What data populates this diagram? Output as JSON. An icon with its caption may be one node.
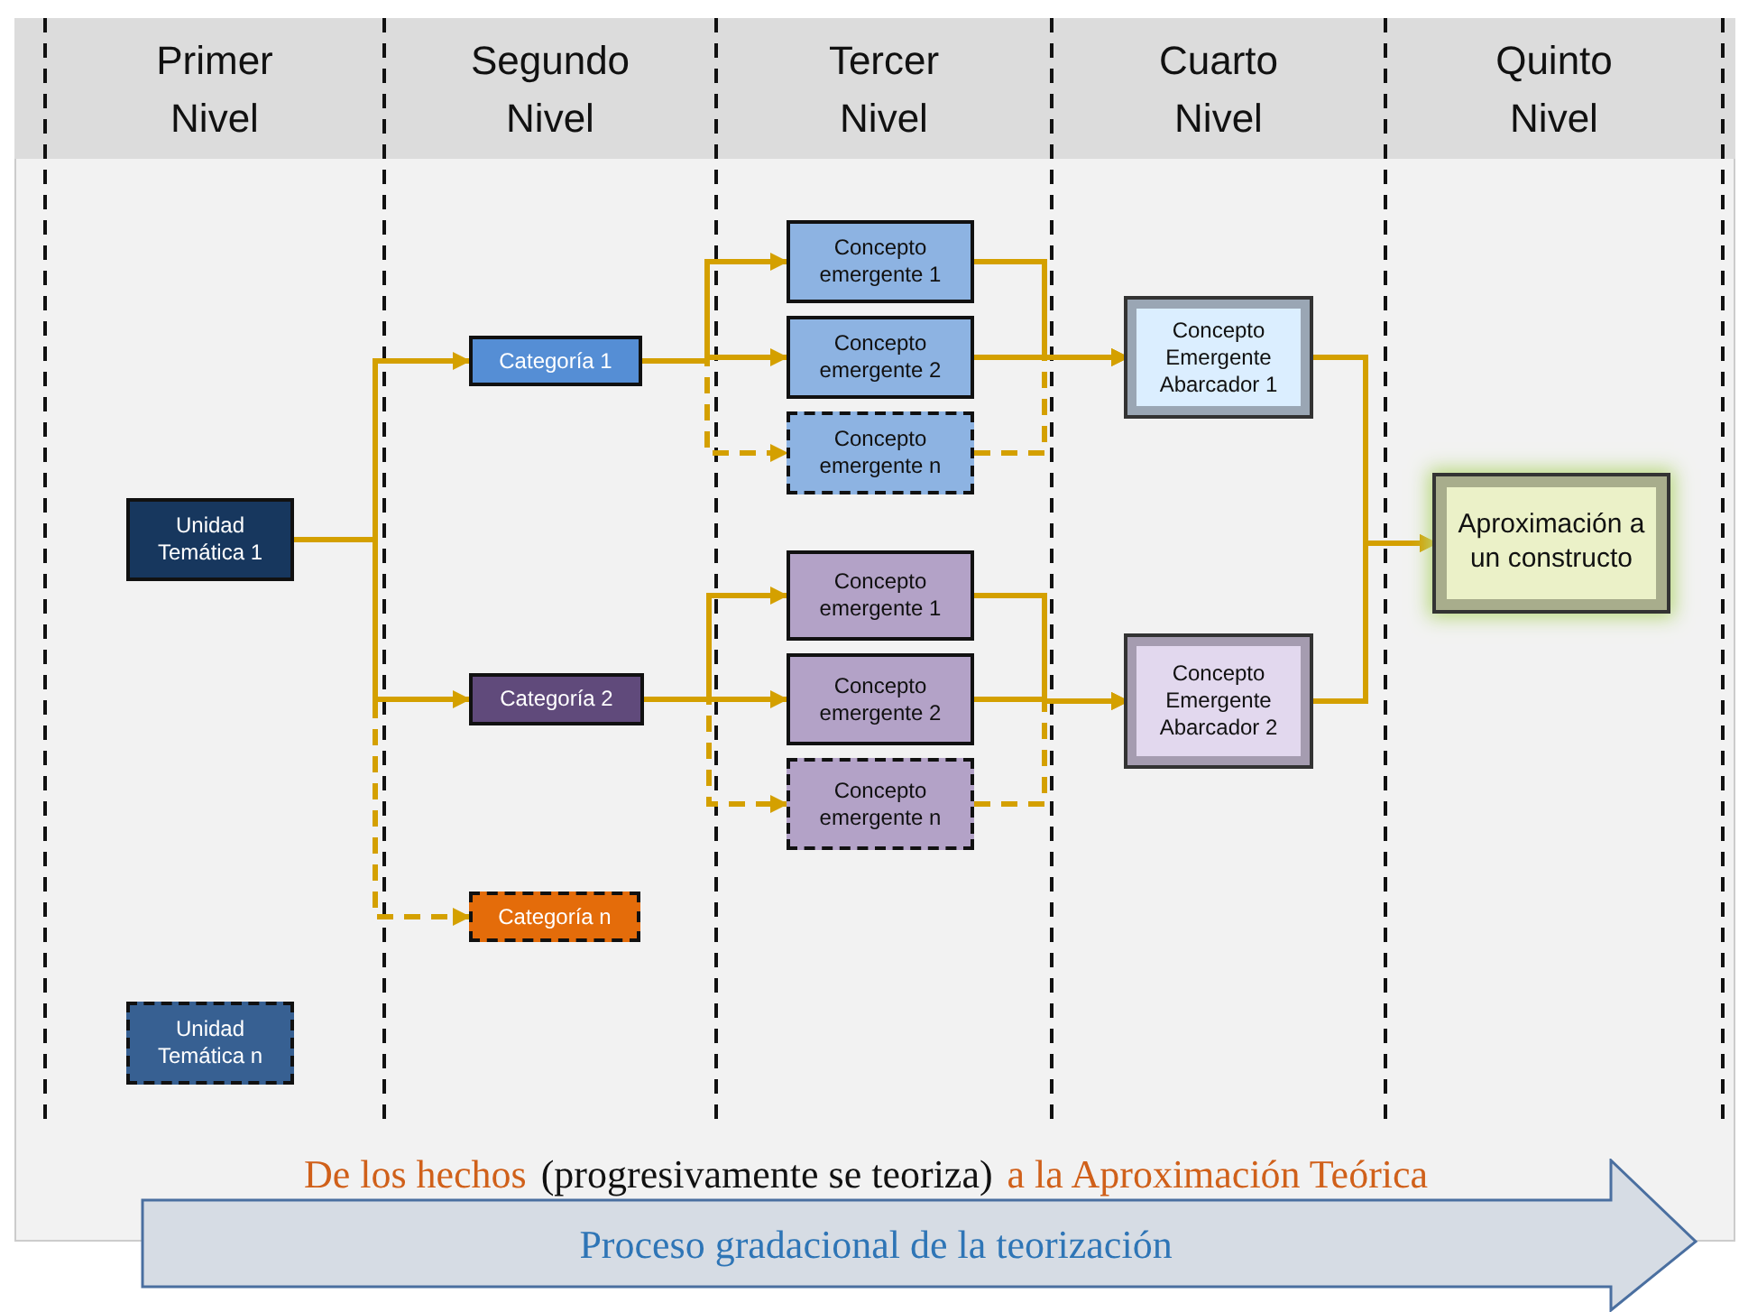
{
  "diagram": {
    "nodes": [
      {
        "text": [
          "Unidad Temática 1"
        ]
      },
      {
        "text": [
          "Unidad Temática n"
        ]
      },
      {
        "text": [
          "Categoría 1"
        ]
      },
      {
        "text": [
          "Categoría 2"
        ]
      },
      {
        "text": [
          "Categoría n"
        ]
      },
      {
        "text": [
          "Concepto emergente 1"
        ]
      },
      {
        "text": [
          "Concepto emergente 2"
        ]
      },
      {
        "text": [
          "Concepto emergente n"
        ]
      },
      {
        "text": [
          "Concepto emergente 1"
        ]
      },
      {
        "text": [
          "Concepto emergente 2"
        ]
      },
      {
        "text": [
          "Concepto emergente n"
        ]
      },
      {
        "text": [
          "Concepto Emergente Abarcador 1"
        ]
      },
      {
        "text": [
          "Concepto Emergente Abarcador 2"
        ]
      },
      {
        "text": [
          "Aproximación a un constructo"
        ]
      },
      {
        "text": [
          "Proceso gradacional de la teorización"
        ]
      }
    ],
    "edges": [
      {
        "from": 0,
        "to": 2,
        "arrow": "to"
      },
      {
        "from": 0,
        "to": 3,
        "arrow": "to"
      },
      {
        "from": 0,
        "to": 4,
        "arrow": "to",
        "style": "dashed"
      },
      {
        "from": 2,
        "to": 5,
        "arrow": "to"
      },
      {
        "from": 2,
        "to": 6,
        "arrow": "to"
      },
      {
        "from": 2,
        "to": 7,
        "arrow": "to",
        "style": "dashed"
      },
      {
        "from": 3,
        "to": 8,
        "arrow": "to"
      },
      {
        "from": 3,
        "to": 9,
        "arrow": "to"
      },
      {
        "from": 3,
        "to": 10,
        "arrow": "to",
        "style": "dashed"
      },
      {
        "from": 5,
        "to": 11,
        "arrow": "to"
      },
      {
        "from": 6,
        "to": 11,
        "arrow": "to"
      },
      {
        "from": 7,
        "to": 11,
        "arrow": "to",
        "style": "dashed"
      },
      {
        "from": 8,
        "to": 12,
        "arrow": "to"
      },
      {
        "from": 9,
        "to": 12,
        "arrow": "to"
      },
      {
        "from": 10,
        "to": 12,
        "arrow": "to",
        "style": "dashed"
      },
      {
        "from": 11,
        "to": 13,
        "arrow": "to"
      },
      {
        "from": 12,
        "to": 13,
        "arrow": "to"
      }
    ],
    "labels": [
      "Primer Nivel",
      "Segundo Nivel",
      "Tercer Nivel",
      "Cuarto Nivel",
      "Quinto Nivel",
      "De los hechos",
      "(progresivamente se teoriza)",
      "a la Aproximación Teórica"
    ]
  }
}
